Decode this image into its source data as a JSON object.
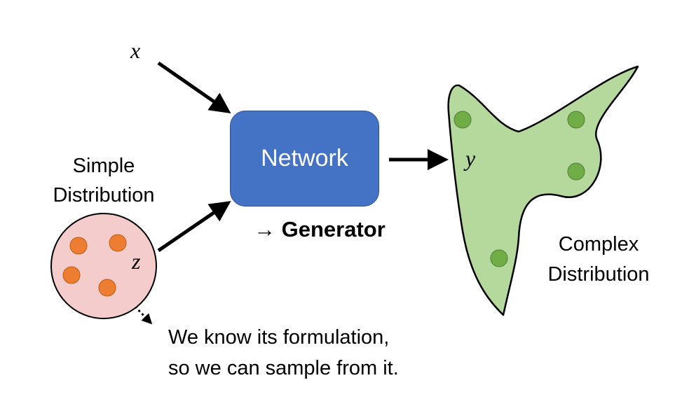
{
  "inputs": {
    "x_symbol": "x",
    "z_symbol": "z",
    "y_symbol": "y"
  },
  "network": {
    "label": "Network",
    "arrow_glyph": "→",
    "generator_label": "Generator",
    "fill_color": "#4472c4"
  },
  "simple_distribution": {
    "label_line1": "Simple",
    "label_line2": "Distribution",
    "fill_color": "#f4cccc",
    "sample_color": "#ed7d31"
  },
  "complex_distribution": {
    "label_line1": "Complex",
    "label_line2": "Distribution",
    "fill_color": "#b5d99c",
    "sample_color": "#70ad47"
  },
  "note": {
    "line1": "We know its formulation,",
    "line2": "so we can sample from it."
  }
}
